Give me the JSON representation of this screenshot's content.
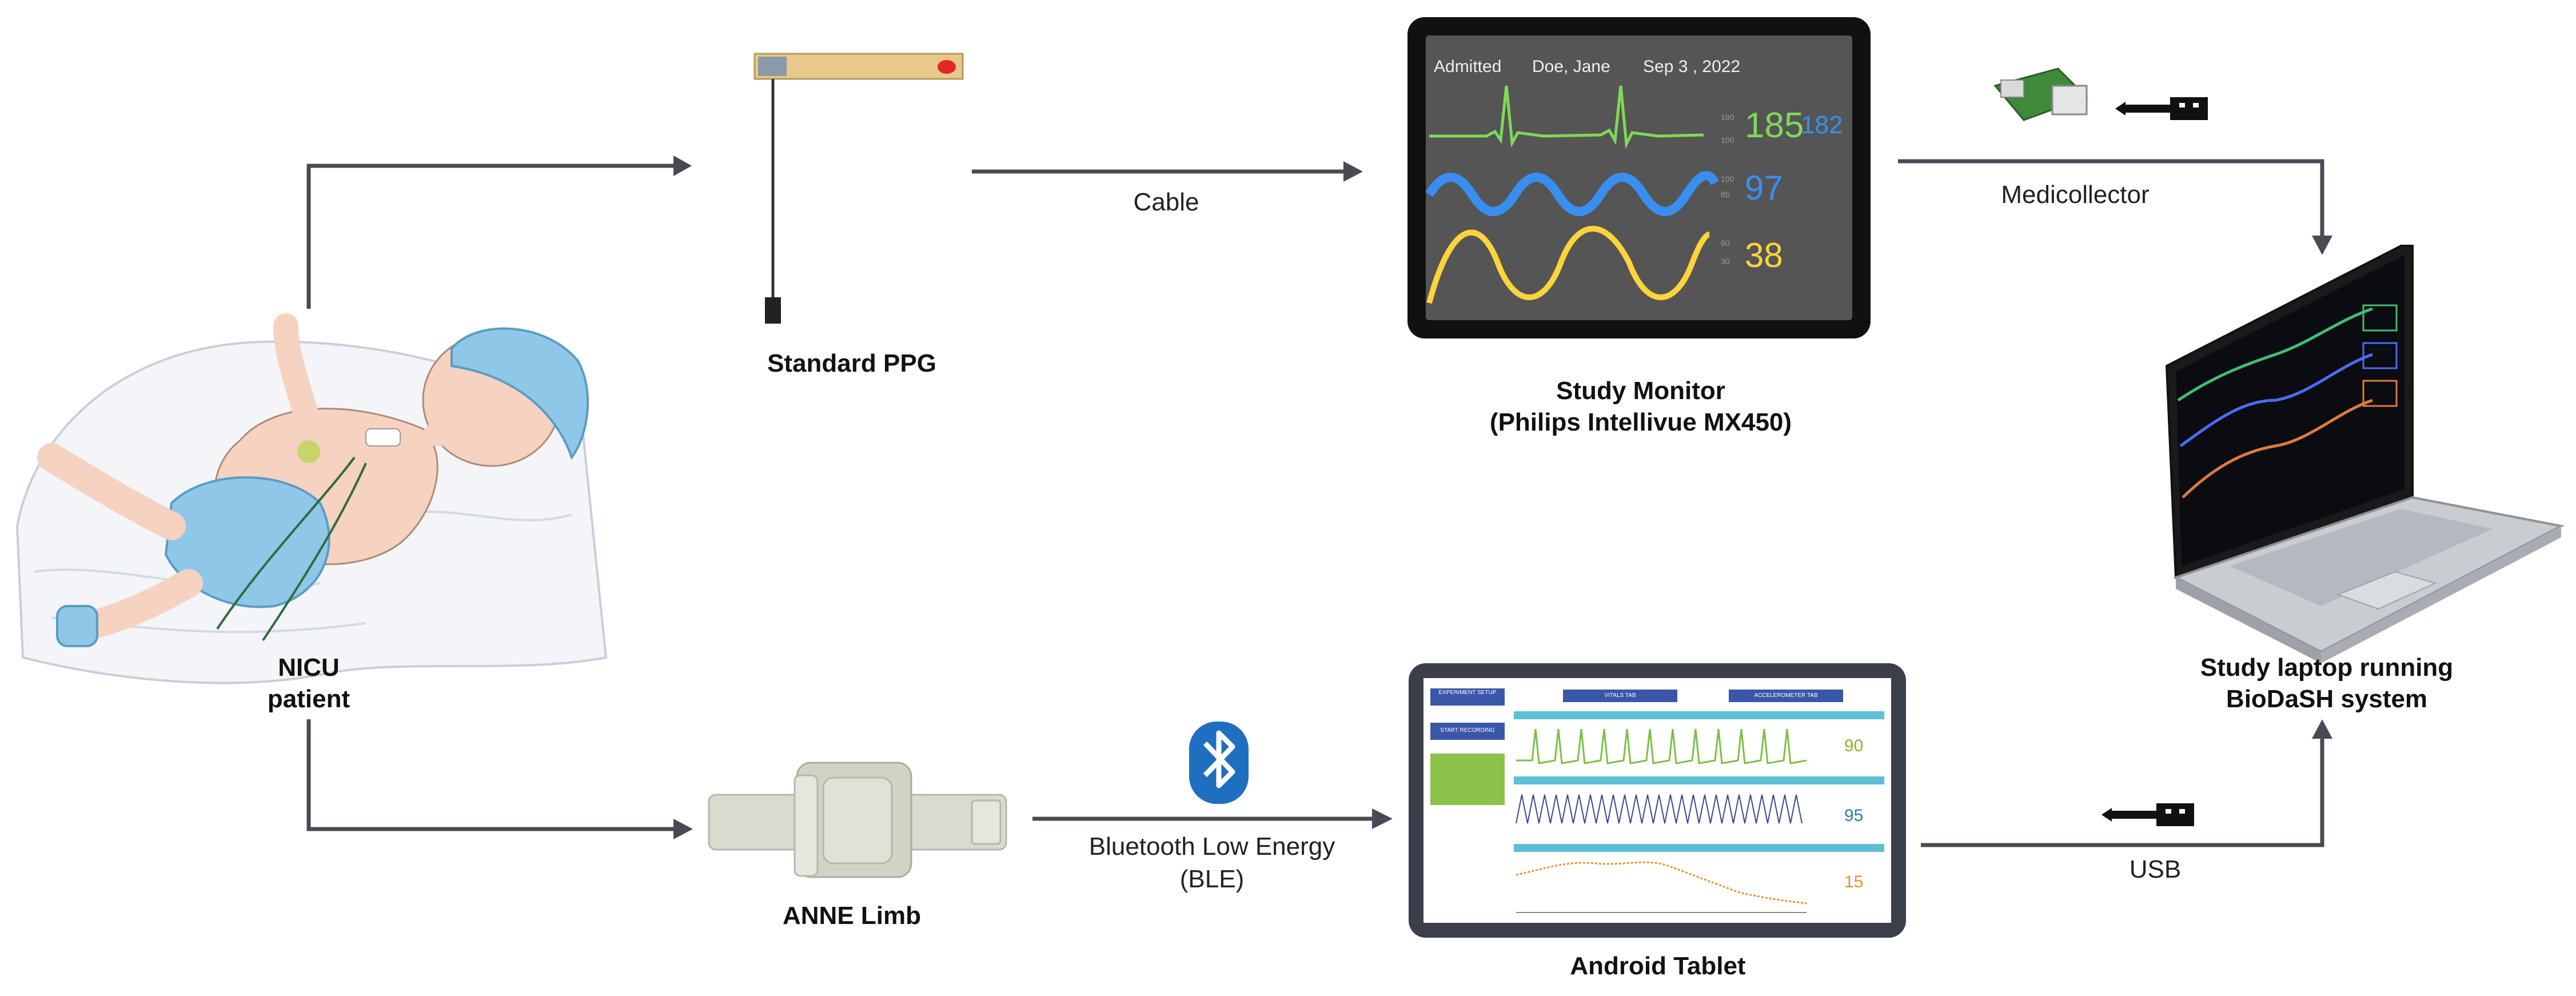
{
  "nodes": {
    "patient": "NICU patient",
    "patient_line1": "NICU",
    "patient_line2": "patient",
    "standard_ppg": "Standard PPG",
    "study_monitor_line1": "Study Monitor",
    "study_monitor_line2": "(Philips Intellivue MX450)",
    "anne_limb": "ANNE Limb",
    "android_tablet": "Android Tablet",
    "laptop_line1": "Study laptop running",
    "laptop_line2": "BioDaSH system"
  },
  "edges": {
    "cable": "Cable",
    "medicollector": "Medicollector",
    "ble_line1": "Bluetooth Low Energy",
    "ble_line2": "(BLE)",
    "usb": "USB"
  },
  "monitor_screen": {
    "admitted": "Admitted",
    "patient_name": "Doe, Jane",
    "date": "Sep 3 , 2022",
    "hr_value": "185",
    "hr_secondary": "182",
    "spo2_value": "97",
    "resp_value": "38",
    "colors": {
      "ecg": "#7ed957",
      "spo2": "#3a8ef0",
      "resp": "#ffd43b",
      "bg": "#555555"
    }
  },
  "tablet_screen": {
    "btn_setup": "EXPERIMENT SETUP",
    "btn_recording": "START RECORDING",
    "tab1": "VITALS TAB",
    "tab2": "ACCELEROMETER TAB",
    "panel1_value": "90",
    "panel2_value": "95",
    "panel3_value": "15",
    "colors": {
      "panel1": "#8ab52e",
      "panel2": "#2a7fa8",
      "panel3": "#e0962b",
      "accent": "#3a56a8"
    }
  },
  "laptop_screen": {
    "colors": {
      "line1": "#3fbf6f",
      "line2": "#4a6cf7",
      "line3": "#e07a3a"
    }
  }
}
